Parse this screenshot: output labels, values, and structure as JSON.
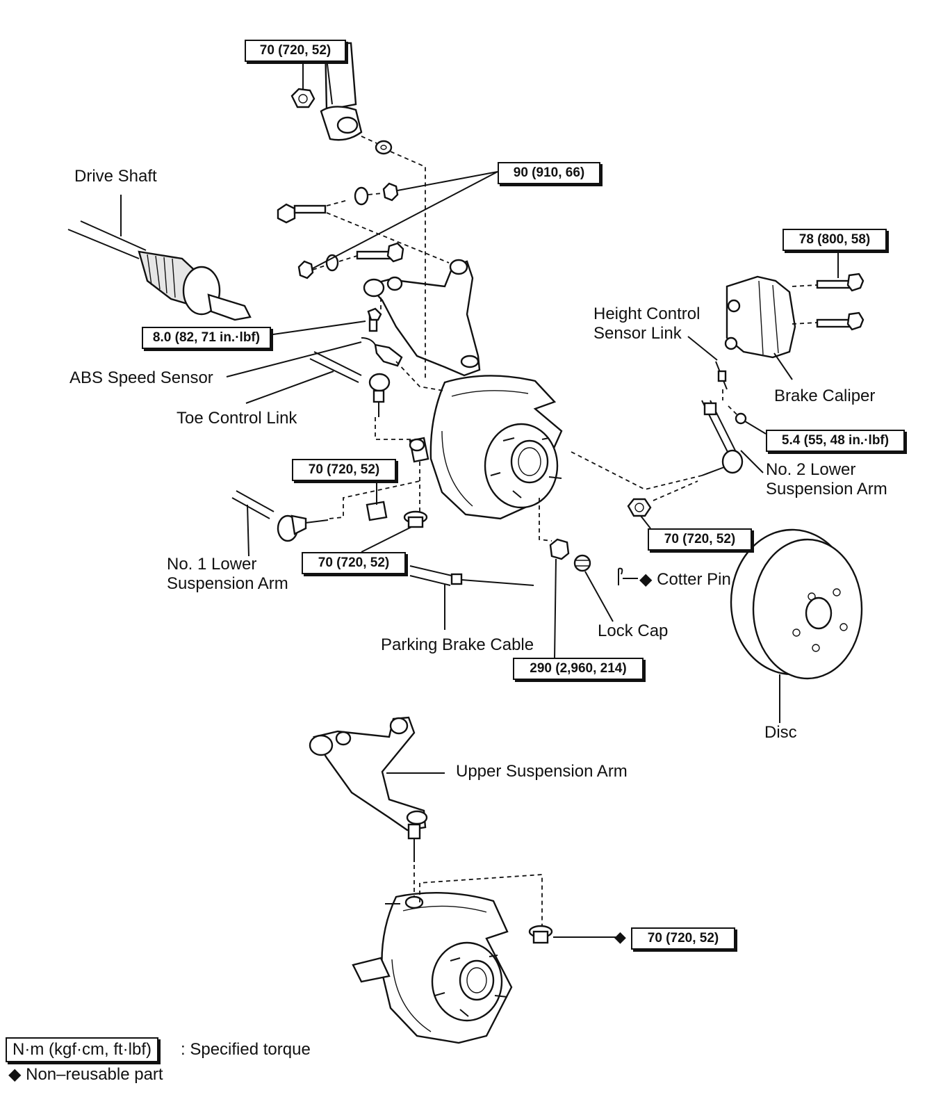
{
  "labels": {
    "drive_shaft": "Drive Shaft",
    "abs_speed_sensor": "ABS Speed Sensor",
    "toe_control_link": "Toe Control Link",
    "no1_lower_arm_line1": "No. 1 Lower",
    "no1_lower_arm_line2": "Suspension Arm",
    "parking_brake_cable": "Parking Brake Cable",
    "height_control_line1": "Height Control",
    "height_control_line2": "Sensor Link",
    "brake_caliper": "Brake Caliper",
    "no2_lower_arm_line1": "No. 2 Lower",
    "no2_lower_arm_line2": "Suspension Arm",
    "cotter_pin": "◆ Cotter Pin",
    "lock_cap": "Lock Cap",
    "disc": "Disc",
    "upper_suspension_arm": "Upper Suspension Arm"
  },
  "torques": {
    "shock_top": "70 (720, 52)",
    "upper_arm_bolts": "90 (910, 66)",
    "caliper_bolts": "78 (800, 58)",
    "abs_sensor_bolt": "8.0 (82, 71 in.·lbf)",
    "height_sensor_nut": "5.4 (55, 48 in.·lbf)",
    "no1_lower_arm_nut": "70 (720, 52)",
    "knuckle_nut": "70 (720, 52)",
    "no2_lower_arm_nut": "70 (720, 52)",
    "hub_nut": "290 (2,960, 214)",
    "ball_joint_nut": "70 (720, 52)",
    "ball_joint_marker": "◆"
  },
  "legend": {
    "torque_box": "N·m (kgf·cm, ft·lbf)",
    "torque_text": ": Specified torque",
    "nonreusable": "◆ Non–reusable part"
  }
}
